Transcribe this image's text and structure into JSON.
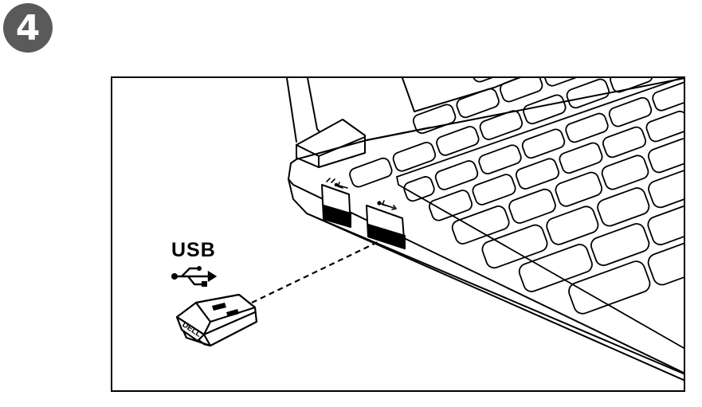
{
  "step": {
    "number": "4"
  },
  "labels": {
    "usb": "USB",
    "dongle_brand": "DELL"
  },
  "icons": {
    "usb_symbol": "usb-trident-icon",
    "superspeed_symbol": "usb-superspeed-icon"
  },
  "colors": {
    "badge": "#5a5a5a",
    "line": "#000000",
    "port_fill": "#000000"
  }
}
